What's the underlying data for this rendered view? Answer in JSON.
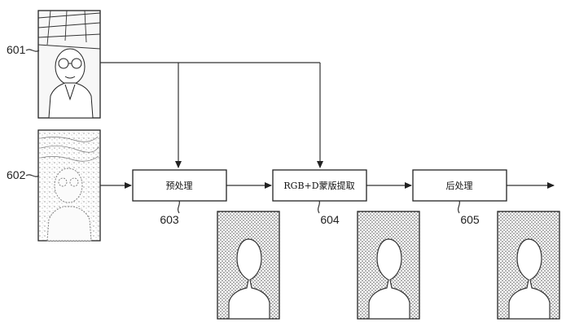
{
  "refs": {
    "r601": "601",
    "r602": "602",
    "r603": "603",
    "r604": "604",
    "r605": "605"
  },
  "boxes": {
    "preprocess": "预处理",
    "mask_extract": "RGB+D蒙版提取",
    "postprocess": "后处理"
  },
  "colors": {
    "line": "#333333",
    "box_border": "#222222",
    "silhouette_fill": "#ffffff",
    "hatch": "#555555"
  },
  "icons": {
    "input_rgb": "person-photo-icon",
    "input_depth": "depth-map-icon",
    "output": "person-silhouette-icon"
  }
}
